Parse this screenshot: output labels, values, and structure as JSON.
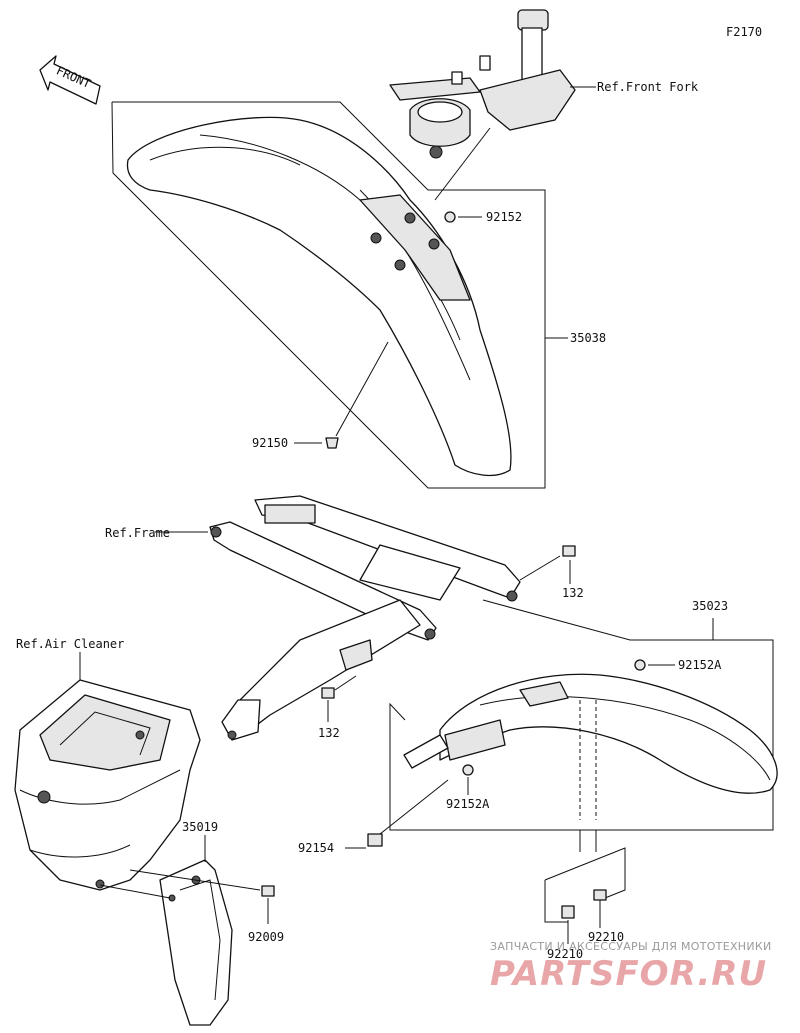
{
  "figure_code": "F2170",
  "front_arrow_label": "FRONT",
  "labels": {
    "ref_front_fork": "Ref.Front Fork",
    "p92152_top": "92152",
    "p35038": "35038",
    "p92150": "92150",
    "ref_frame": "Ref.Frame",
    "p132_right": "132",
    "p35023": "35023",
    "p92152a_right": "92152A",
    "ref_air_cleaner": "Ref.Air Cleaner",
    "p132_left": "132",
    "p92152a_lower": "92152A",
    "p35019": "35019",
    "p92154": "92154",
    "p92009": "92009",
    "p92210_right": "92210",
    "p92210_left": "92210"
  },
  "watermark": {
    "tagline": "ЗАПЧАСТИ И АКСЕССУАРЫ ДЛЯ МОТОТЕХНИКИ",
    "brand": "PARTSFOR.RU"
  }
}
